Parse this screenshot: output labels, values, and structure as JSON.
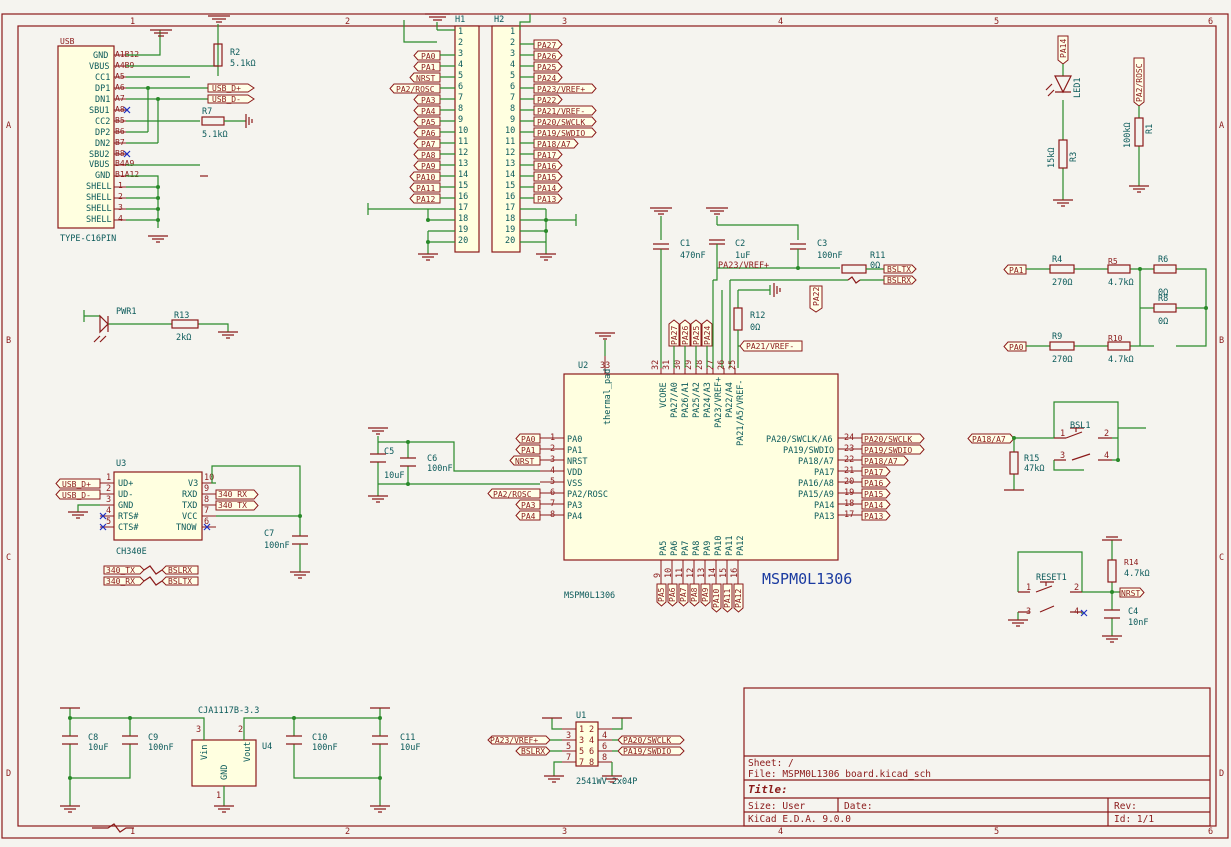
{
  "sheet": {
    "col_markers": [
      "1",
      "2",
      "3",
      "4",
      "5",
      "6"
    ],
    "row_markers": [
      "A",
      "B",
      "C",
      "D"
    ]
  },
  "title_block": {
    "sheet": "Sheet: /",
    "file": "File: MSPM0L1306 board.kicad_sch",
    "title": "Title:",
    "size": "Size: User",
    "date": "Date:",
    "rev": "Rev:",
    "tool": "KiCad E.D.A. 9.0.0",
    "id": "Id: 1/1"
  },
  "usb": {
    "ref": "USB",
    "value": "TYPE-C16PIN",
    "pins": [
      "GND",
      "VBUS",
      "CC1",
      "DP1",
      "DN1",
      "SBU1",
      "CC2",
      "DP2",
      "DN2",
      "SBU2",
      "GND",
      "VBUS",
      "SHELL",
      "SHELL",
      "SHELL",
      "SHELL"
    ],
    "pin_nums": [
      "A1B12",
      "A4B9",
      "A5",
      "A6",
      "A7",
      "A8",
      "B5",
      "B6",
      "B7",
      "B8",
      "B1A12",
      "B4A9",
      "1",
      "2",
      "3",
      "4"
    ],
    "r2": "R2",
    "r2_val": "5.1kΩ",
    "r7": "R7",
    "r7_val": "5.1kΩ",
    "net_dp": "USB_D+",
    "net_dn": "USB_D-"
  },
  "h1": {
    "ref": "H1",
    "labels": [
      "PA0",
      "PA1",
      "NRST",
      "PA2/ROSC",
      "PA3",
      "PA4",
      "PA5",
      "PA6",
      "PA7",
      "PA8",
      "PA9",
      "PA10",
      "PA11",
      "PA12"
    ],
    "pins": [
      "1",
      "2",
      "3",
      "4",
      "5",
      "6",
      "7",
      "8",
      "9",
      "10",
      "11",
      "12",
      "13",
      "14",
      "15",
      "16",
      "17",
      "18",
      "19",
      "20"
    ]
  },
  "h2": {
    "ref": "H2",
    "labels": [
      "PA27",
      "PA26",
      "PA25",
      "PA24",
      "PA23/VREF+",
      "PA22",
      "PA21/VREF-",
      "PA20/SWCLK",
      "PA19/SWDIO",
      "PA18/A7",
      "PA17",
      "PA16",
      "PA15",
      "PA14",
      "PA13"
    ]
  },
  "caps_top": {
    "c1": "C1",
    "c1v": "470nF",
    "c2": "C2",
    "c2v": "1uF",
    "c3": "C3",
    "c3v": "100nF",
    "r11": "R11",
    "r11v": "0Ω",
    "r12": "R12",
    "r12v": "0Ω",
    "net_vref": "PA23/VREF+",
    "net_bsltx": "BSLTX",
    "net_bslrx": "BSLRX",
    "net_pa22": "PA22",
    "net_pa21": "PA21/VREF-"
  },
  "mcu": {
    "ref": "U2",
    "value": "MSPM0L1306",
    "big": "MSPM0L1306",
    "left": [
      "PA0",
      "PA1",
      "NRST",
      "VDD",
      "VSS",
      "PA2/ROSC",
      "PA3",
      "PA4"
    ],
    "left_nums": [
      "1",
      "2",
      "3",
      "4",
      "5",
      "6",
      "7",
      "8"
    ],
    "left_nets": [
      "PA0",
      "PA1",
      "NRST",
      "PA2/ROSC",
      "PA3",
      "PA4"
    ],
    "right": [
      "PA20/SWCLK/A6",
      "PA19/SWDIO",
      "PA18/A7",
      "PA17",
      "PA16/A8",
      "PA15/A9",
      "PA14",
      "PA13"
    ],
    "right_nums": [
      "24",
      "23",
      "22",
      "21",
      "20",
      "19",
      "18",
      "17"
    ],
    "right_nets": [
      "PA20/SWCLK",
      "PA19/SWDIO",
      "PA18/A7",
      "PA17",
      "PA16",
      "PA15",
      "PA14",
      "PA13"
    ],
    "top": [
      "thermal_pad",
      "VCORE",
      "PA27/A0",
      "PA26/A1",
      "PA25/A2",
      "PA24/A3",
      "PA23/VREF+",
      "PA22/A4",
      "PA21/A5/VREF-"
    ],
    "top_nums": [
      "33",
      "32",
      "31",
      "30",
      "29",
      "28",
      "27",
      "26",
      "25"
    ],
    "top_nets": [
      "PA27",
      "PA26",
      "PA25",
      "PA24"
    ],
    "bottom": [
      "PA5",
      "PA6",
      "PA7",
      "PA8",
      "PA9",
      "PA10",
      "PA11",
      "PA12"
    ],
    "bottom_nums": [
      "9",
      "10",
      "11",
      "12",
      "13",
      "14",
      "15",
      "16"
    ]
  },
  "c5c6": {
    "c5": "C5",
    "c5v": "10uF",
    "c6": "C6",
    "c6v": "100nF"
  },
  "right_side": {
    "led": "LED1",
    "led_net": "PA14",
    "r3": "R3",
    "r3v": "15kΩ",
    "r1": "R1",
    "r1v": "100kΩ",
    "r1_net": "PA2/ROSC",
    "r4": "R4",
    "r4v": "270Ω",
    "r5": "R5",
    "r5v": "4.7kΩ",
    "r6": "R6",
    "r6v": "0Ω",
    "r9": "R9",
    "r9v": "270Ω",
    "r10": "R10",
    "r10v": "4.7kΩ",
    "r8": "R8",
    "r8v": "0Ω",
    "net_pa1": "PA1",
    "net_pa0": "PA0",
    "bsl": "BSL1",
    "bsl_net": "PA18/A7",
    "r15": "R15",
    "r15v": "47kΩ",
    "reset": "RESET1",
    "r14": "R14",
    "r14v": "4.7kΩ",
    "c4": "C4",
    "c4v": "10nF",
    "nrst": "NRST"
  },
  "pwr": {
    "led": "PWR1",
    "r13": "R13",
    "r13v": "2kΩ"
  },
  "ch340": {
    "ref": "U3",
    "value": "CH340E",
    "left": [
      "UD+",
      "UD-",
      "GND",
      "RTS#",
      "CTS#"
    ],
    "left_nums": [
      "1",
      "2",
      "3",
      "4",
      "5"
    ],
    "right": [
      "V3",
      "RXD",
      "TXD",
      "VCC",
      "TNOW"
    ],
    "right_nums": [
      "10",
      "9",
      "8",
      "7",
      "6"
    ],
    "net_dp": "USB_D+",
    "net_dn": "USB_D-",
    "net_rx": "340_RX",
    "net_tx": "340_TX",
    "c7": "C7",
    "c7v": "100nF",
    "jumper": [
      [
        "340_TX",
        "BSLRX"
      ],
      [
        "340_RX",
        "BSLTX"
      ]
    ]
  },
  "ldo": {
    "ref": "U4",
    "value": "CJA1117B-3.3",
    "vin": "Vin",
    "gnd": "GND",
    "vout": "Vout",
    "c8": "C8",
    "c8v": "10uF",
    "c9": "C9",
    "c9v": "100nF",
    "c10": "C10",
    "c10v": "100nF",
    "c11": "C11",
    "c11v": "10uF"
  },
  "conn": {
    "ref": "U1",
    "value": "2541WV-2x04P",
    "left_nets": [
      "PA23/VREF+",
      "BSLRX"
    ],
    "right_nets": [
      "PA20/SWCLK",
      "PA19/SWDIO"
    ],
    "pins_left": [
      "1",
      "3",
      "5",
      "7"
    ],
    "pins_right": [
      "2",
      "4",
      "6",
      "8"
    ]
  }
}
